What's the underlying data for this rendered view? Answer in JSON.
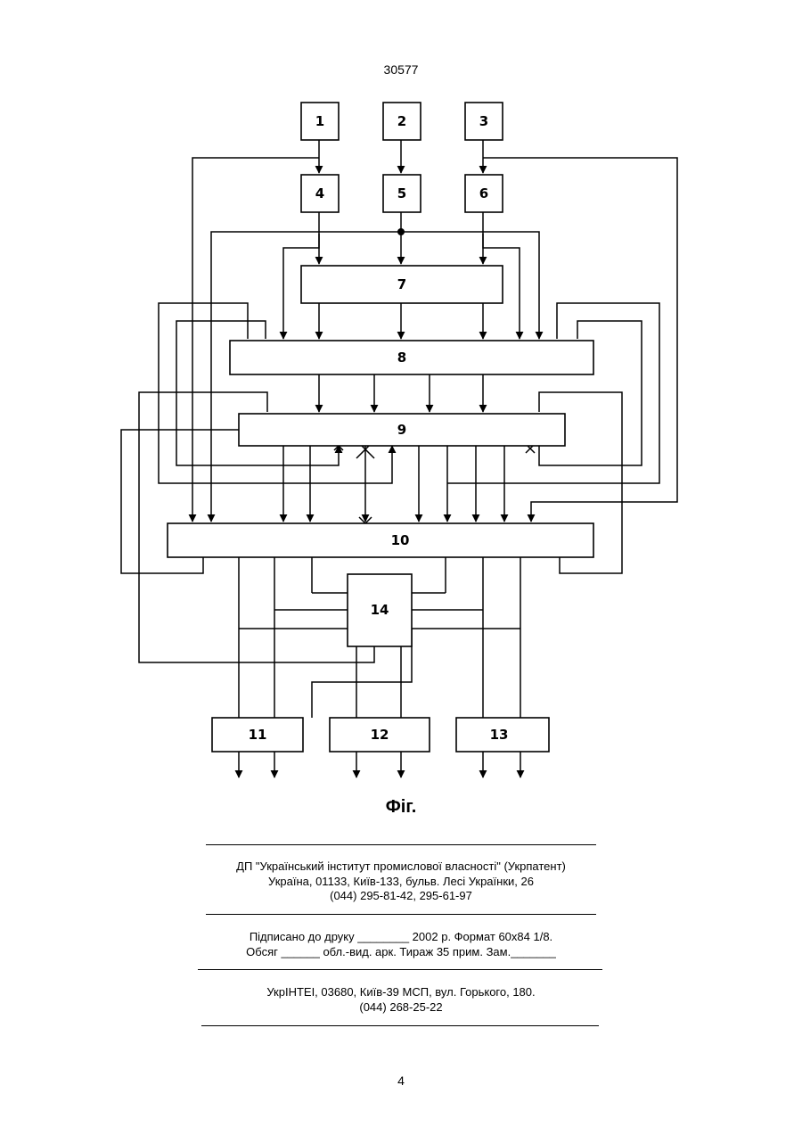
{
  "document_number": "30577",
  "diagram": {
    "blocks": [
      {
        "id": "b1",
        "label": "1"
      },
      {
        "id": "b2",
        "label": "2"
      },
      {
        "id": "b3",
        "label": "3"
      },
      {
        "id": "b4",
        "label": "4"
      },
      {
        "id": "b5",
        "label": "5"
      },
      {
        "id": "b6",
        "label": "6"
      },
      {
        "id": "b7",
        "label": "7"
      },
      {
        "id": "b8",
        "label": "8"
      },
      {
        "id": "b9",
        "label": "9"
      },
      {
        "id": "b10",
        "label": "10"
      },
      {
        "id": "b11",
        "label": "11"
      },
      {
        "id": "b12",
        "label": "12"
      },
      {
        "id": "b13",
        "label": "13"
      },
      {
        "id": "b14",
        "label": "14"
      }
    ]
  },
  "figure_caption": "Фіг.",
  "publisher": {
    "line1": "ДП \"Український інститут промислової власності\" (Укрпатент)",
    "line2": "Україна, 01133, Київ-133, бульв. Лесі Українки, 26",
    "line3": "(044) 295-81-42, 295-61-97"
  },
  "print_info": {
    "line1": "Підписано до друку ________ 2002 р.    Формат 60x84 1/8.",
    "line2": "Обсяг ______ обл.-вид. арк.   Тираж 35 прим.    Зам._______"
  },
  "printer": {
    "line1": "УкрІНТЕІ, 03680, Київ-39 МСП, вул. Горького, 180.",
    "line2": "(044) 268-25-22"
  },
  "page_number": "4"
}
